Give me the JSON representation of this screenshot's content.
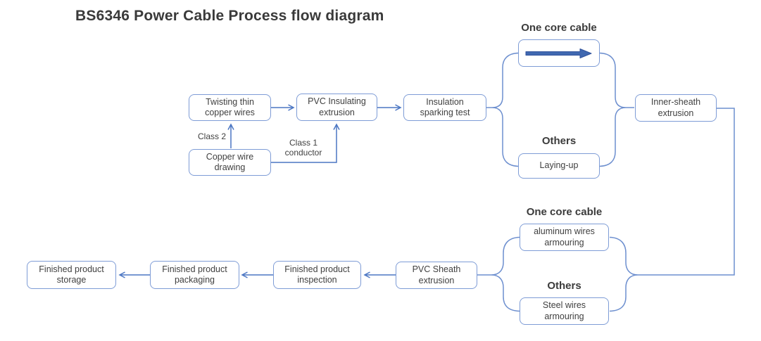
{
  "title": "BS6346 Power Cable Process flow diagram",
  "colors": {
    "box_border": "#7e9cd6",
    "connector_arrow": "#4b76c3",
    "brace_line": "#6d8fcf",
    "thick_arrow_fill": "#4068b0",
    "text": "#3f3f3f"
  },
  "nodes": {
    "twisting_thin_copper_wires": {
      "label": "Twisting thin\ncopper wires"
    },
    "pvc_insulating_extrusion": {
      "label": "PVC Insulating\nextrusion"
    },
    "insulation_sparking_test": {
      "label": "Insulation\nsparking test"
    },
    "copper_wire_drawing": {
      "label": "Copper wire\ndrawing"
    },
    "laying_up": {
      "label": "Laying-up"
    },
    "inner_sheath_extrusion": {
      "label": "Inner-sheath\nextrusion"
    },
    "aluminum_wires_armouring": {
      "label": "aluminum wires\narmouring"
    },
    "steel_wires_armouring": {
      "label": "Steel wires\narmouring"
    },
    "pvc_sheath_extrusion": {
      "label": "PVC Sheath\nextrusion"
    },
    "finished_product_inspection": {
      "label": "Finished product\ninspection"
    },
    "finished_product_packaging": {
      "label": "Finished product\npackaging"
    },
    "finished_product_storage": {
      "label": "Finished product\nstorage"
    }
  },
  "branch_labels": {
    "one_core_cable_top": "One core cable",
    "others_top": "Others",
    "one_core_cable_bottom": "One core cable",
    "others_bottom": "Others"
  },
  "edge_labels": {
    "class_2": "Class 2",
    "class_1_conductor": "Class 1\nconductor"
  },
  "icons": {
    "one_core_flow_arrow": "right-arrow"
  }
}
